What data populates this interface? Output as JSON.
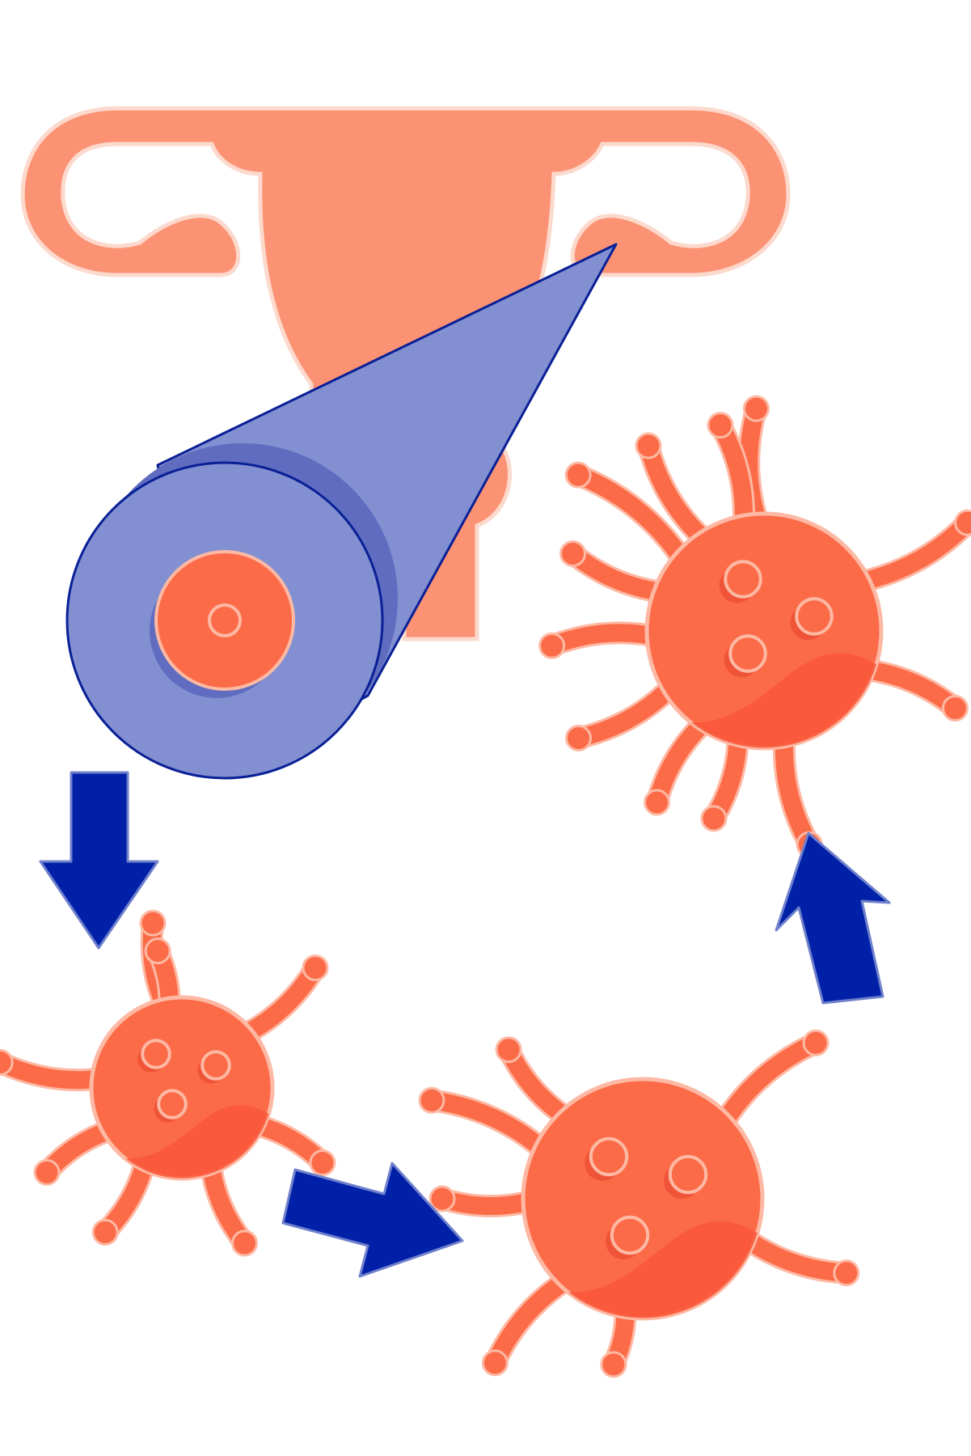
{
  "colors": {
    "background": "#ffffff",
    "uterus": "#fc9274",
    "uterus_outline": "#fcd9cc",
    "lens": "#8290d2",
    "lens_shadow": "#5f6cbf",
    "lens_outline": "#0a2096",
    "cell": "#fc6b48",
    "cell_dark": "#f9573a",
    "cell_outline": "#fdb9a4",
    "cell_spot": "#ef5438",
    "arrow": "#0020a8",
    "arrow_outline": "#6f80cc"
  },
  "icons": {
    "uterus": "uterus-icon",
    "magnifier": "magnifier-lens-icon",
    "cell": "cancer-cell-icon",
    "arrow": "arrow-icon"
  },
  "cells": [
    {
      "name": "cancer-cell-large-top-right",
      "nuclei": 3
    },
    {
      "name": "cancer-cell-small-bottom-left",
      "nuclei": 3
    },
    {
      "name": "cancer-cell-medium-bottom-right",
      "nuclei": 3
    }
  ],
  "arrows": [
    {
      "name": "arrow-down",
      "direction": "down"
    },
    {
      "name": "arrow-right",
      "direction": "right"
    },
    {
      "name": "arrow-up",
      "direction": "up"
    }
  ]
}
